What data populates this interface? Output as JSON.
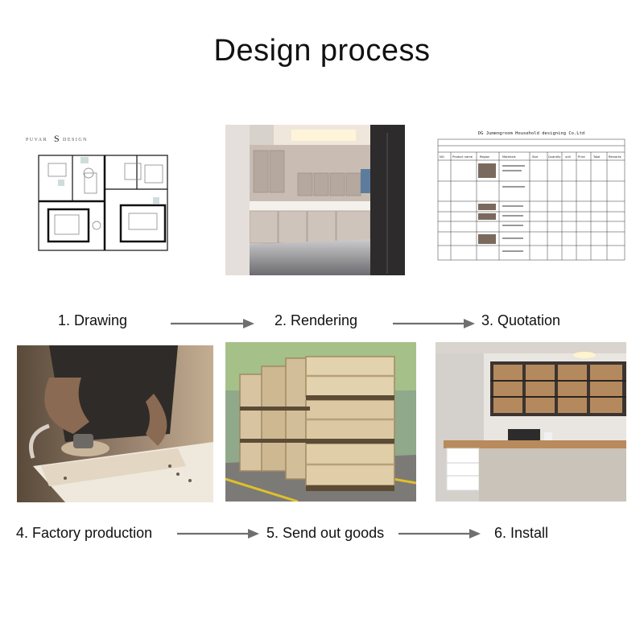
{
  "title": "Design process",
  "steps": [
    {
      "label": "1. Drawing",
      "image": "floor-plan-drawing"
    },
    {
      "label": "2. Rendering",
      "image": "kitchen-rendering"
    },
    {
      "label": "3. Quotation",
      "image": "quotation-sheet"
    },
    {
      "label": "4. Factory production",
      "image": "worker-sanding-wood"
    },
    {
      "label": "5. Send out goods",
      "image": "wooden-shipping-crates"
    },
    {
      "label": "6. Install",
      "image": "installed-cabinets-desk"
    }
  ],
  "floorplan": {
    "brand_left": "PUVAR",
    "brand_right": "DESIGN",
    "brand_mark": "S"
  },
  "quotation": {
    "header_line": "DG Jumengroom Household designing Co.Ltd",
    "columns": [
      "NO.",
      "Product name",
      "Region",
      "Materials",
      "Size",
      "Quantity",
      "unit",
      "Price",
      "Total",
      "Remarks"
    ]
  },
  "colors": {
    "arrow": "#6f6f6f",
    "text": "#111111",
    "wood": "#d8c4a0"
  }
}
